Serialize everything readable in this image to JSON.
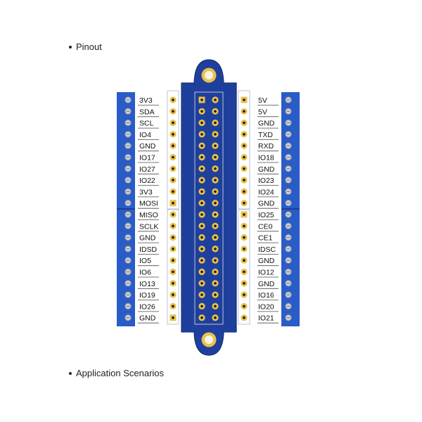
{
  "sections": {
    "pinout_heading": "Pinout",
    "application_heading": "Application Scenarios"
  },
  "colors": {
    "board_blue": "#1f3f9c",
    "board_edge": "#17307a",
    "terminal_blue": "#2a5cc8",
    "pad_gold": "#e8c24a",
    "hole_dark": "#1a1a1a",
    "screw": "#c9ced6",
    "line": "#4a4a4a"
  },
  "left_labels": [
    "3V3",
    "SDA",
    "SCL",
    "IO4",
    "GND",
    "IO17",
    "IO27",
    "IO22",
    "3V3",
    "MOSI",
    "MISO",
    "SCLK",
    "GND",
    "IDSD",
    "IO5",
    "IO6",
    "IO13",
    "IO19",
    "IO26",
    "GND"
  ],
  "right_labels": [
    "5V",
    "5V",
    "GND",
    "TXD",
    "RXD",
    "IO18",
    "GND",
    "IO23",
    "IO24",
    "GND",
    "IO25",
    "CE0",
    "CE1",
    "IDSC",
    "GND",
    "IO12",
    "GND",
    "IO16",
    "IO20",
    "IO21"
  ]
}
